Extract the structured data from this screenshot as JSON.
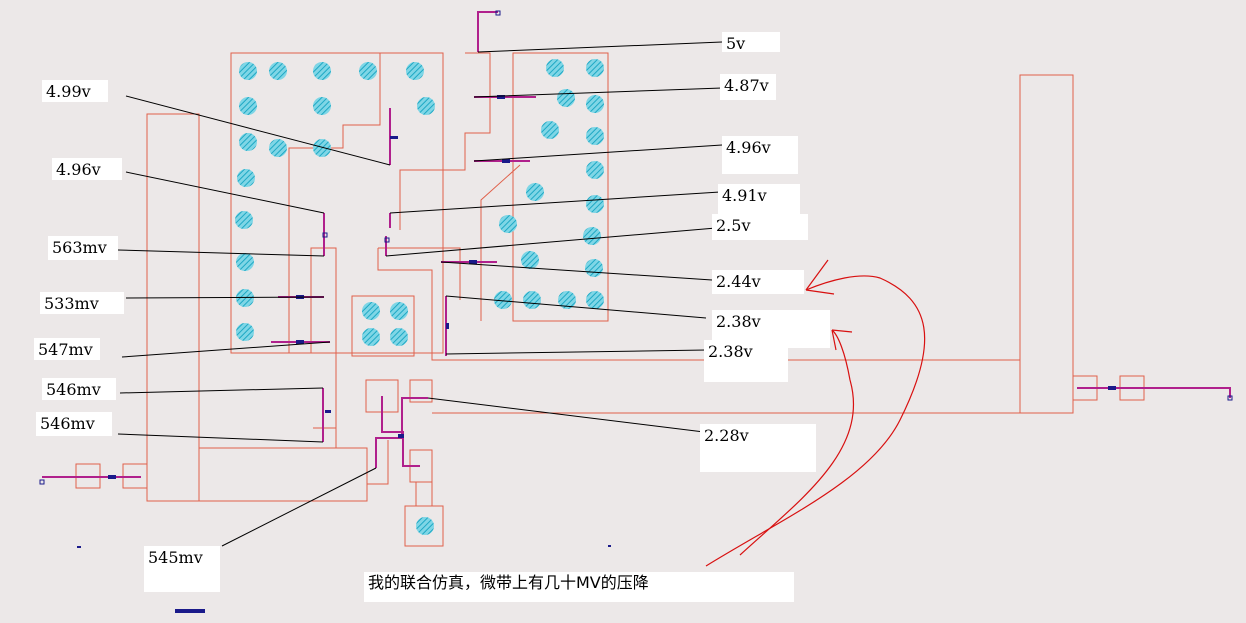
{
  "colors": {
    "background": "#ece8e8",
    "layout_outline": "#e0604a",
    "via_fill": "#3cc0d8",
    "trace": "#b0208c",
    "pointer_line": "#000000",
    "annotation_arrow": "#d81010",
    "label_bg": "#ffffff"
  },
  "labels": {
    "v5": "5v",
    "v487": "4.87v",
    "v496_r": "4.96v",
    "v491": "4.91v",
    "v25": "2.5v",
    "v244": "2.44v",
    "v238_a": "2.38v",
    "v238_b": "2.38v",
    "v228": "2.28v",
    "v499": "4.99v",
    "v496_l": "4.96v",
    "v563": "563mv",
    "v533": "533mv",
    "v547": "547mv",
    "v546_a": "546mv",
    "v546_b": "546mv",
    "v545": "545mv"
  },
  "caption": "我的联合仿真，微带上有几十MV的压降"
}
